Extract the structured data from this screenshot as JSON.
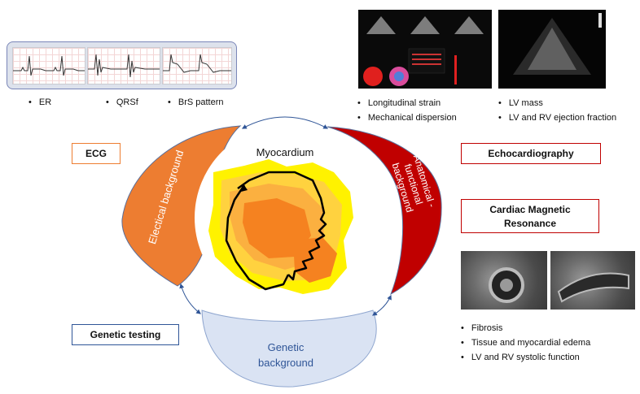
{
  "center_title": "Myocardium",
  "lobes": {
    "left": "Electical background",
    "right_line1": "Anatomical -",
    "right_line2": "functional",
    "right_line3": "background",
    "bottom_line1": "Genetic",
    "bottom_line2": "background"
  },
  "boxes": {
    "ecg": "ECG",
    "echo": "Echocardiography",
    "cmr_line1": "Cardiac Magnetic",
    "cmr_line2": "Resonance",
    "genetic": "Genetic testing"
  },
  "ecg_items": [
    "ER",
    "QRSf",
    "BrS pattern"
  ],
  "echo_items_left": [
    "Longitudinal strain",
    "Mechanical dispersion"
  ],
  "echo_items_right": [
    "LV mass",
    "LV and RV ejection fraction"
  ],
  "cmr_items": [
    "Fibrosis",
    "Tissue and myocardial edema",
    "LV and RV systolic function"
  ],
  "colors": {
    "ecg_lobe": "#ed7d31",
    "echo_lobe": "#c00000",
    "genetic_lobe": "#dae3f3",
    "ecg_box_border": "#ed7d31",
    "echo_box_border": "#c00000",
    "genetic_box_border": "#2f5597",
    "arrow": "#2f5597"
  }
}
